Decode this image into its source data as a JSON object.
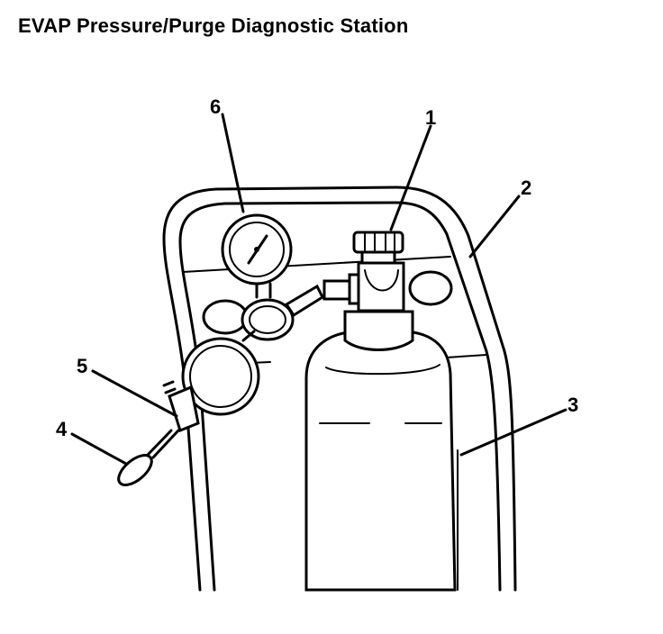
{
  "title": "EVAP Pressure/Purge Diagnostic Station",
  "callouts": {
    "c1": "1",
    "c2": "2",
    "c3": "3",
    "c4": "4",
    "c5": "5",
    "c6": "6"
  }
}
